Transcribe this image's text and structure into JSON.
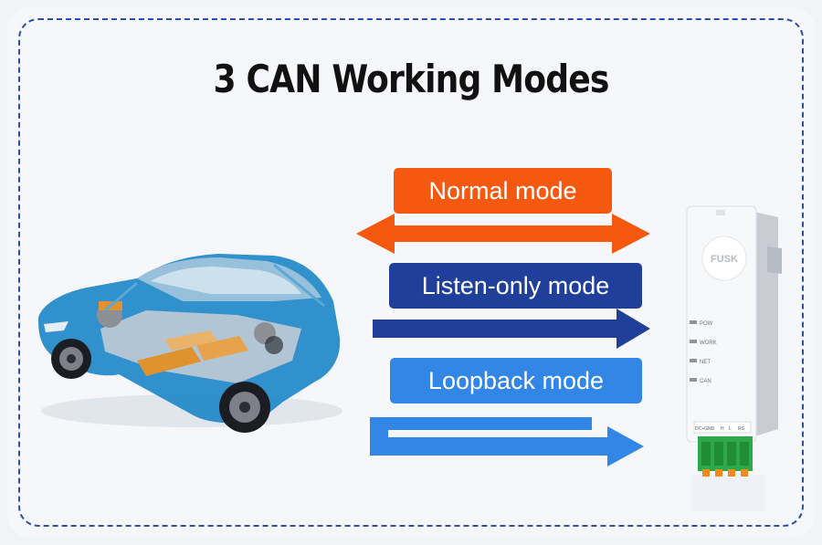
{
  "title": "3 CAN Working Modes",
  "modes": [
    {
      "label": "Normal mode",
      "direction": "bidirectional",
      "color": "#f4590f"
    },
    {
      "label": "Listen-only mode",
      "direction": "one-way",
      "color": "#1f3f9b"
    },
    {
      "label": "Loopback mode",
      "direction": "loopback",
      "color": "#3186e6"
    }
  ],
  "device": {
    "brand": "FUSK",
    "leds": [
      "POW",
      "WORK",
      "NET",
      "CAN"
    ],
    "terminal_labels": [
      "DC+GND",
      "H",
      "L",
      "RS"
    ]
  },
  "colors": {
    "border": "#2e4ea8",
    "car_body": "#1e88c8",
    "battery": "#e0922e"
  }
}
